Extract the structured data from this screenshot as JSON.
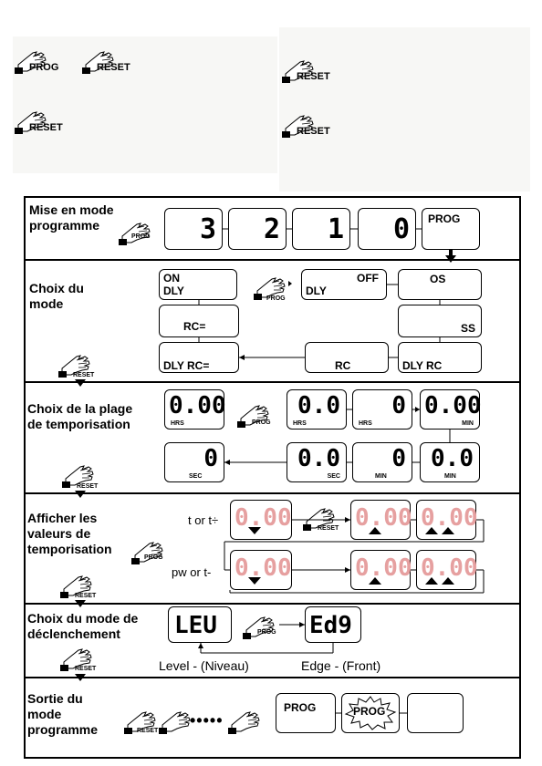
{
  "buttons": {
    "prog": "PROG",
    "reset": "RESET"
  },
  "sections": {
    "s1": {
      "title": "Mise en mode programme"
    },
    "s2": {
      "title": "Choix du mode"
    },
    "s3": {
      "title": "Choix de la plage de temporisation"
    },
    "s4": {
      "title": "Afficher les valeurs de temporisation"
    },
    "s5": {
      "title": "Choix du mode de déclenchement"
    },
    "s6": {
      "title": "Sortie du mode programme"
    }
  },
  "countdown": [
    "3",
    "2",
    "1",
    "0"
  ],
  "modes": {
    "on_dly": "ON DLY",
    "off_dly_off": "OFF",
    "off_dly_dly": "DLY",
    "os": "OS",
    "ss": "SS",
    "rc_eq": "RC=",
    "dly_rc_eq": "DLY RC=",
    "rc": "RC",
    "dly_rc": "DLY RC"
  },
  "ranges": {
    "r1": {
      "value": "0.00",
      "unit": "HRS"
    },
    "r2": {
      "value": "0.0",
      "unit": "HRS"
    },
    "r3": {
      "value": "0",
      "unit": "HRS"
    },
    "r4": {
      "value": "0.00",
      "unit": "MIN"
    },
    "r5": {
      "value": "0.0",
      "unit": "MIN"
    },
    "r6": {
      "value": "0",
      "unit": "MIN"
    },
    "r7": {
      "value": "0.0",
      "unit": "SEC"
    },
    "r8": {
      "value": "0",
      "unit": "SEC"
    }
  },
  "display_values": {
    "t_label": "t or t÷",
    "pw_label": "pw or t-",
    "digits": "0.00"
  },
  "trigger": {
    "level_display": "LEU",
    "edge_display": "Ed9",
    "level": "Level - (Niveau)",
    "edge": "Edge - (Front)"
  },
  "exit": {
    "prog": "PROG",
    "prog_flash": "PROG",
    "dots": "•••••"
  }
}
